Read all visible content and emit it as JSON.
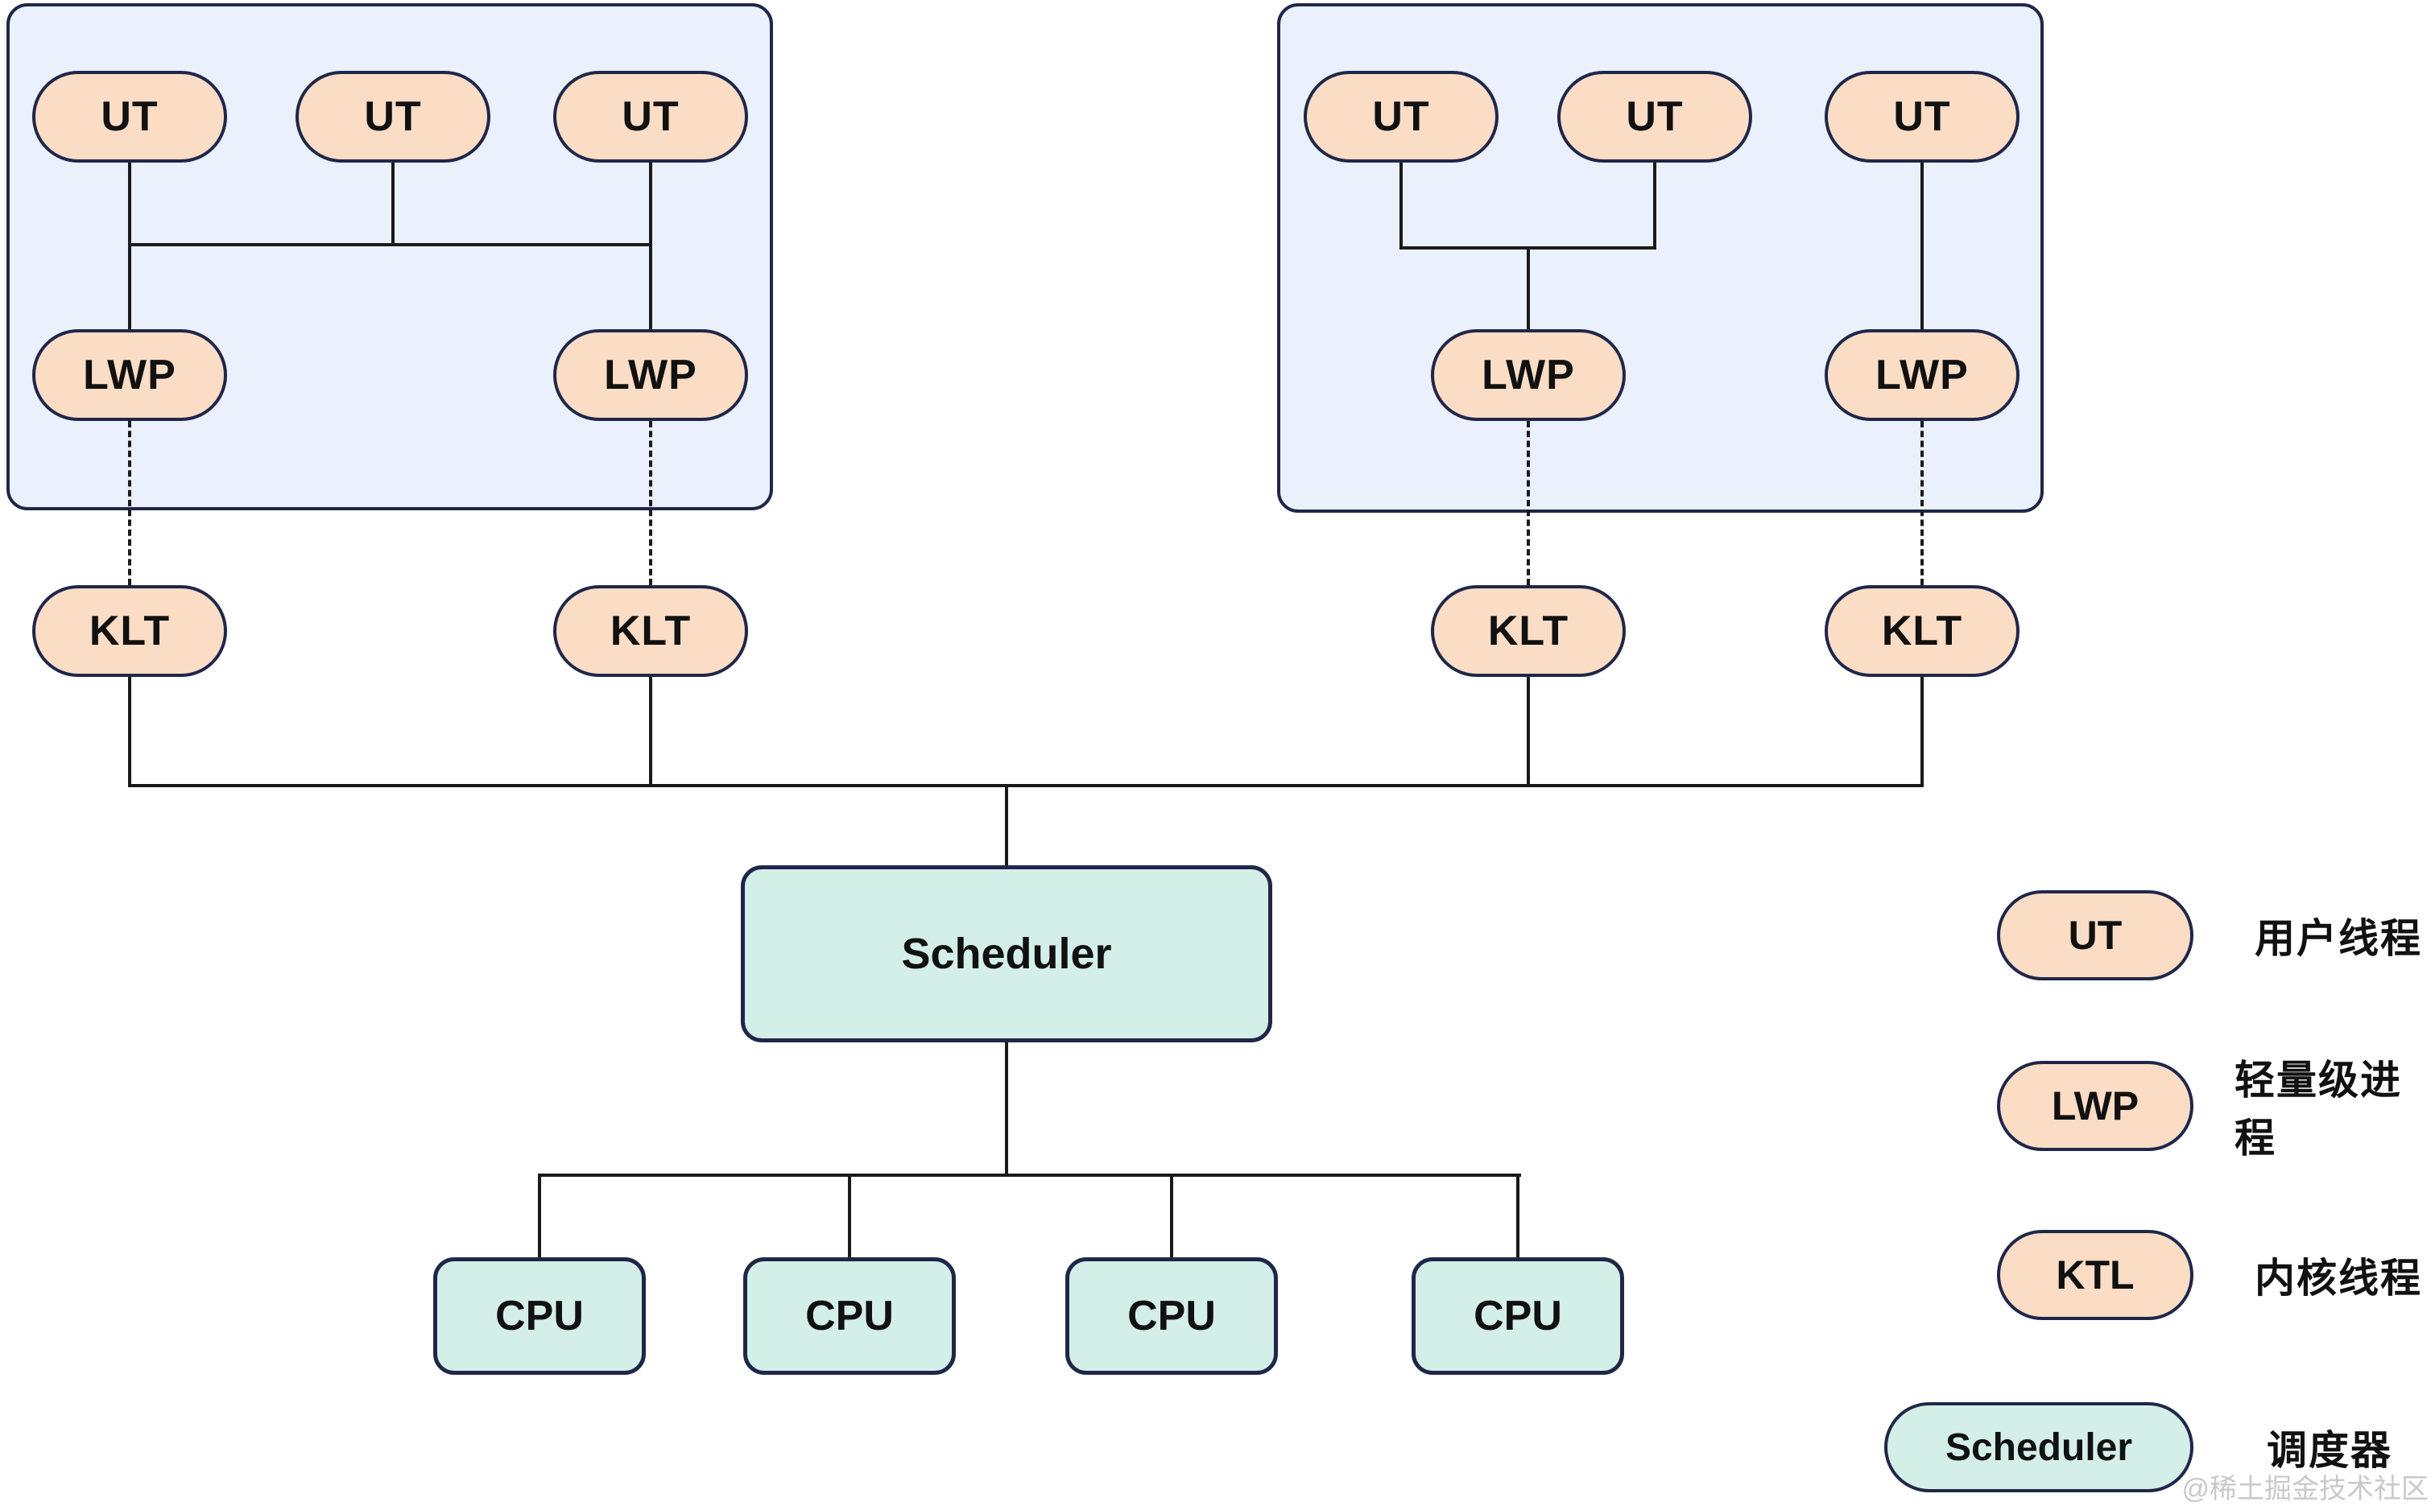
{
  "diagram": {
    "node_labels": {
      "ut": "UT",
      "lwp": "LWP",
      "klt": "KLT",
      "cpu": "CPU",
      "scheduler": "Scheduler"
    }
  },
  "legend": {
    "items": [
      {
        "badge": "UT",
        "label": "用户线程"
      },
      {
        "badge": "LWP",
        "label": "轻量级进程"
      },
      {
        "badge": "KTL",
        "label": "内核线程"
      },
      {
        "badge": "Scheduler",
        "label": "调度器"
      }
    ]
  },
  "watermark": "@稀土掘金技术社区",
  "colors": {
    "process_fill": "#eaf1fc",
    "thread_fill": "#fbdcc5",
    "scheduler_cpu_fill": "#d3efe8",
    "outline": "#1f2749",
    "line": "#1a1a1a",
    "text": "#111111",
    "watermark_text": "#c9c9c9"
  }
}
